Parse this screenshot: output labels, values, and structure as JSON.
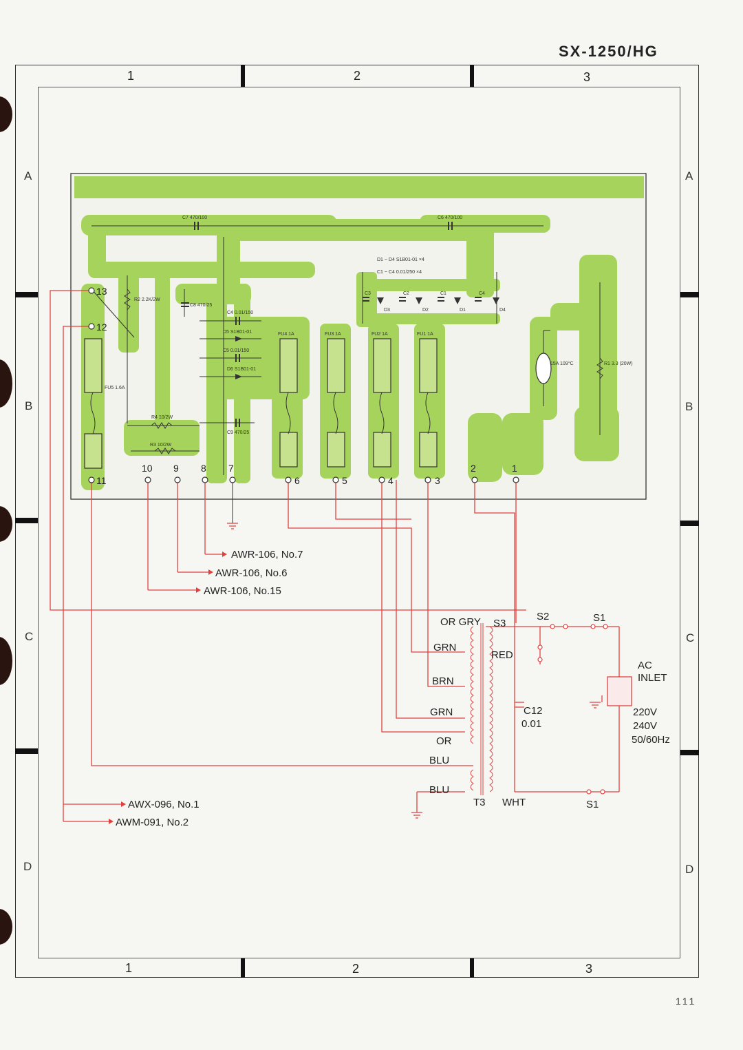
{
  "title": "SX-1250/HG",
  "page_number": "111",
  "grid": {
    "columns": [
      "1",
      "2",
      "3"
    ],
    "rows": [
      "A",
      "B",
      "C",
      "D"
    ]
  },
  "pcb": {
    "terminals": [
      "13",
      "12",
      "11",
      "10",
      "9",
      "8",
      "7",
      "6",
      "5",
      "4",
      "3",
      "2",
      "1"
    ],
    "component_labels": {
      "c7": "C7 470/100",
      "c6": "C6 470/100",
      "d_range": "D1 ~ D4  S1B01-01  ×4",
      "c_range": "C1 ~ C4  0.01/250  ×4",
      "r2": "R2 2.2K/2W",
      "c8": "C8 470/25",
      "c4": "C4 0.01/150",
      "d5": "D5 S1B01-01",
      "c5": "C5 0.01/150",
      "d6": "D6 S1B01-01",
      "c9": "C9 470/25",
      "r4": "R4 10/2W",
      "r3": "R3 10/2W",
      "fu5": "FU5 1.6A",
      "fu4": "FU4 1A",
      "fu3": "FU3 1A",
      "fu2": "FU2 1A",
      "fu1": "FU1 1A",
      "thermal": "15A 109°C",
      "r1": "R1 3.3 (20W)",
      "d1": "D1",
      "d2": "D2",
      "d3": "D3",
      "d4": "D4",
      "cc1": "C1",
      "cc2": "C2",
      "cc3": "C3",
      "cc4": "C4"
    }
  },
  "connections": {
    "awr_no7": "AWR-106, No.7",
    "awr_no6": "AWR-106, No.6",
    "awr_no15": "AWR-106, No.15",
    "awx_no1": "AWX-096, No.1",
    "awm_no2": "AWM-091, No.2"
  },
  "transformer": {
    "wires": [
      "OR",
      "GRY",
      "GRN",
      "BRN",
      "GRN",
      "OR",
      "BLU",
      "BLU"
    ],
    "red": "RED",
    "wht": "WHT",
    "name": "T3",
    "s3": "S3",
    "s2": "S2",
    "s1_top": "S1",
    "s1_bottom": "S1",
    "c12_name": "C12",
    "c12_value": "0.01",
    "ac_inlet_1": "AC",
    "ac_inlet_2": "INLET",
    "voltage_1": "220V",
    "voltage_2": "240V",
    "frequency": "50/60Hz"
  },
  "colors": {
    "pcb_green": "#a6d35c",
    "trace_red": "#e14040",
    "ink": "#222222"
  }
}
